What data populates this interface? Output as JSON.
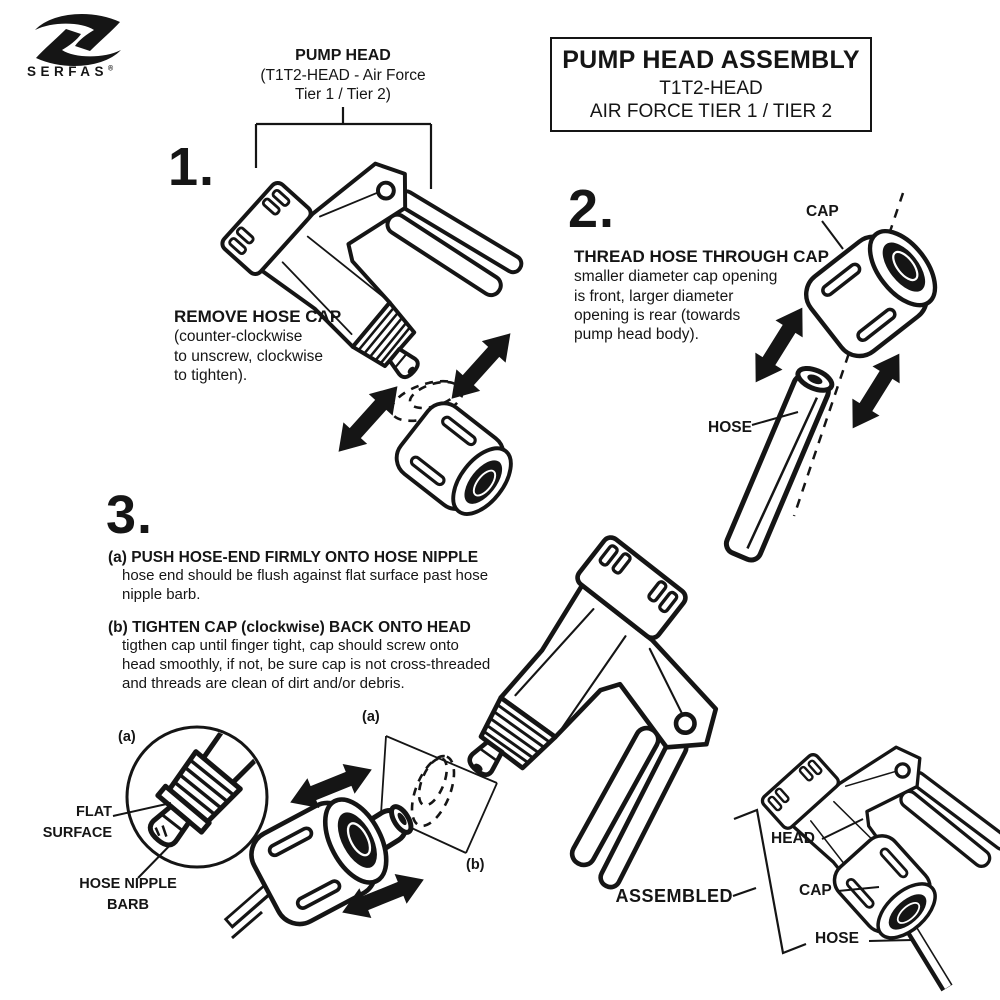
{
  "logo": {
    "brand": "SERFAS",
    "registered": "®"
  },
  "title_box": {
    "line1": "PUMP HEAD ASSEMBLY",
    "line2": "T1T2-HEAD",
    "line3": "AIR FORCE TIER 1 / TIER 2"
  },
  "step1": {
    "number": "1.",
    "part_label": {
      "line1": "PUMP HEAD",
      "line2": "(T1T2-HEAD - Air Force",
      "line3": "Tier 1 / Tier 2)"
    },
    "instruction_title": "REMOVE HOSE CAP",
    "instruction_lines": [
      "(counter-clockwise",
      "to unscrew, clockwise",
      "to tighten)."
    ]
  },
  "step2": {
    "number": "2.",
    "instruction_title": "THREAD HOSE THROUGH CAP",
    "instruction_lines": [
      "smaller diameter cap opening",
      "is front, larger diameter",
      "opening is rear (towards",
      "pump head body)."
    ],
    "cap_label": "CAP",
    "hose_label": "HOSE"
  },
  "step3": {
    "number": "3.",
    "instruction_a_title": "(a) PUSH HOSE-END FIRMLY ONTO HOSE NIPPLE",
    "instruction_a_lines": [
      "hose end should be flush against flat surface past hose",
      "nipple barb."
    ],
    "instruction_b_title": "(b) TIGHTEN CAP (clockwise) BACK ONTO HEAD",
    "instruction_b_lines": [
      "tigthen cap until finger tight, cap should screw onto",
      "head smoothly, if not, be sure cap is not cross-threaded",
      "and threads are clean of dirt and/or debris."
    ],
    "inset_letter": "(a)",
    "flat_surface_label": [
      "FLAT",
      "SURFACE"
    ],
    "hose_nipple_barb_label": [
      "HOSE NIPPLE",
      "BARB"
    ],
    "point_a": "(a)",
    "point_b": "(b)"
  },
  "assembled": {
    "label": "ASSEMBLED",
    "head_label": "HEAD",
    "cap_label": "CAP",
    "hose_label": "HOSE"
  },
  "colors": {
    "ink": "#151515",
    "background": "#ffffff"
  }
}
